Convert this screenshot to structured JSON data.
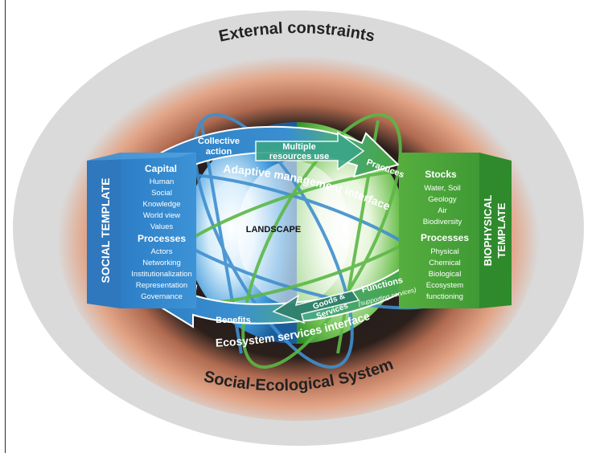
{
  "diagram": {
    "outer_label": "External constraints",
    "system_label": "Social-Ecological System",
    "center_label": "LANDSCAPE",
    "social_template": {
      "title": "SOCIAL TEMPLATE",
      "capital": {
        "heading": "Capital",
        "items": [
          "Human",
          "Social",
          "Knowledge",
          "World view",
          "Values"
        ]
      },
      "processes": {
        "heading": "Processes",
        "items": [
          "Actors",
          "Networking",
          "Institutionalization",
          "Representation",
          "Governance"
        ]
      }
    },
    "biophysical_template": {
      "title_line1": "BIOPHYSICAL",
      "title_line2": "TEMPLATE",
      "stocks": {
        "heading": "Stocks",
        "items": [
          "Water, Soil",
          "Geology",
          "Air",
          "Biodiversity"
        ]
      },
      "processes": {
        "heading": "Processes",
        "items": [
          "Physical",
          "Chemical",
          "Biological",
          "Ecosystem",
          "functioning"
        ]
      }
    },
    "top_arrow": {
      "collective_action_line1": "Collective",
      "collective_action_line2": "action",
      "multiple_resources_line1": "Multiple",
      "multiple_resources_line2": "resources use",
      "practices": "Practices"
    },
    "adaptive_interface": "Adaptive management interface",
    "bottom_arrow": {
      "functions": "Functions",
      "supporting": "(supporting services)",
      "goods_line1": "Goods &",
      "goods_line2": "Services",
      "benefits": "Benefits"
    },
    "ecosystem_interface": "Ecosystem services interface",
    "colors": {
      "social_blue": "#3a8fd0",
      "biophysical_green": "#3fa33a",
      "outer_grey": "#dadada",
      "ring_salmon": "#e0a58a"
    }
  }
}
